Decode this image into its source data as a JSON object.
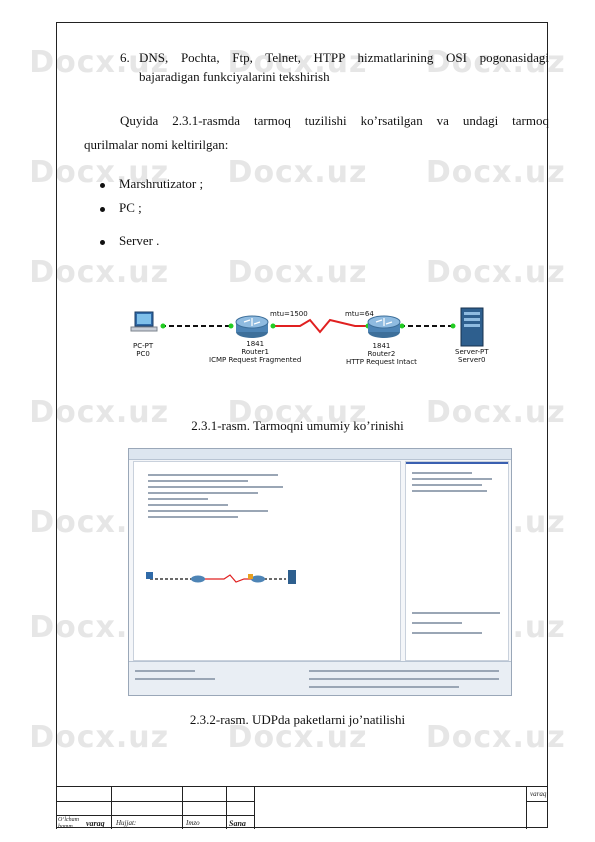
{
  "watermark": "Docx.uz",
  "list_item_6": {
    "number": "6.",
    "line1": "DNS,  Pochta,  Ftp,  Telnet,  HTPP  hizmatlarining  OSI  pogonasidagi",
    "line2": "bajaradigan funkciyalarini tekshirish"
  },
  "intro": {
    "line1": "Quyida  2.3.1-rasmda  tarmoq  tuzilishi  ko’rsatilgan  va  undagi  tarmoq",
    "line2": "qurilmalar nomi keltirilgan:"
  },
  "bullets": [
    "Marshrutizator ;",
    "PC ;",
    "Server ."
  ],
  "diagram": {
    "pc": {
      "line1": "PC-PT",
      "line2": "PC0"
    },
    "router1": {
      "line1": "1841",
      "line2": "Router1",
      "line3": "ICMP Request Fragmented"
    },
    "router2": {
      "line1": "1841",
      "line2": "Router2",
      "line3": "HTTP Request Intact"
    },
    "server": {
      "line1": "Server-PT",
      "line2": "Server0"
    },
    "link1_label": "mtu=1500",
    "link2_label": "mtu=64",
    "colors": {
      "dashed_link": "#111111",
      "serial_link": "#e02020",
      "port_ok": "#22cc22"
    }
  },
  "caption1": "2.3.1-rasm. Tarmoqni umumiy ko’rinishi",
  "caption2": "2.3.2-rasm. UDPda paketlarni jo’natilishi",
  "title_block": {
    "varaq_right": "varaq",
    "ozgarish": "O‘lcham",
    "ozgarish2": "hamm",
    "varaq": "varaq",
    "hujjat": "Hujjat:",
    "imzo": "Imzo",
    "sana": "Sana"
  }
}
